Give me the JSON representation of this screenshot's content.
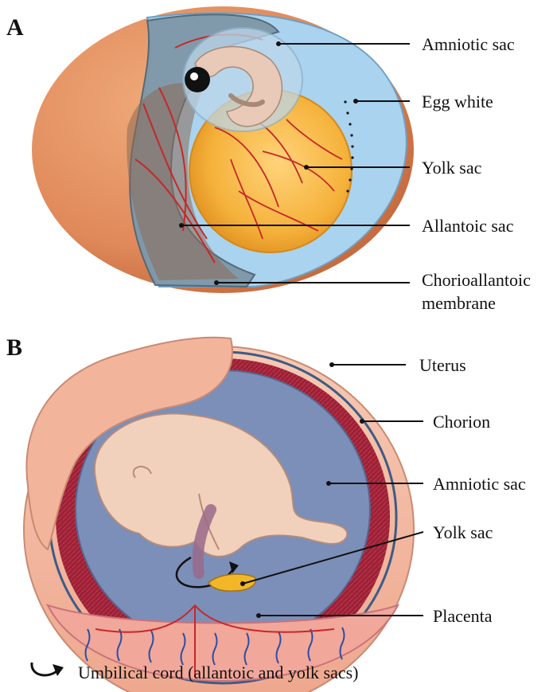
{
  "panel_a": {
    "letter": "A",
    "labels": {
      "amniotic_sac": "Amniotic sac",
      "egg_white": "Egg white",
      "yolk_sac": "Yolk sac",
      "allantoic_sac": "Allantoic sac",
      "chorioallantoic_1": "Chorioallantoic",
      "chorioallantoic_2": "membrane"
    }
  },
  "panel_b": {
    "letter": "B",
    "labels": {
      "uterus": "Uterus",
      "chorion": "Chorion",
      "amniotic_sac": "Amniotic sac",
      "yolk_sac": "Yolk sac",
      "placenta": "Placenta"
    }
  },
  "legend": {
    "text": "Umbilical cord (allantoic and yolk sacs)",
    "icon": "curved-arrow-icon"
  },
  "colors": {
    "eggshell": "#e69a6a",
    "egg_white": "#a9d3ee",
    "yolk": "#f5b640",
    "membrane": "#7f97a8",
    "vessel": "#c62828",
    "embryo": "#e9c9b7",
    "uterus": "#f3b8a0",
    "chorion": "#a0243a",
    "amnion": "#7c8fb8",
    "fetus": "#f1d0bc"
  }
}
